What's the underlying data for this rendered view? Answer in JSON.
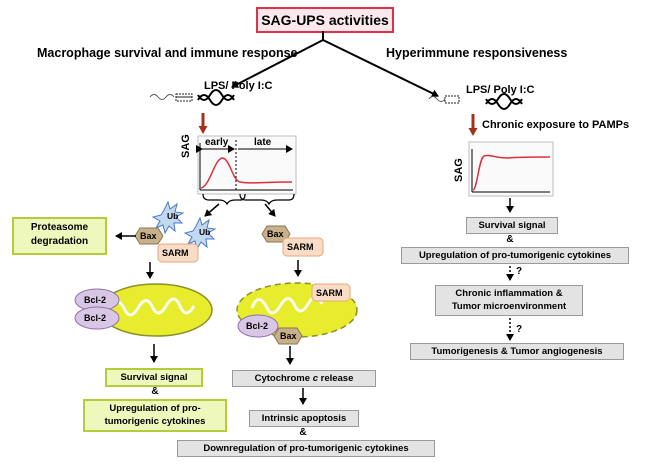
{
  "title": "SAG-UPS activities",
  "left_heading": "Macrophage survival and immune response",
  "right_heading": "Hyperimmune responsiveness",
  "stimulus_label": "LPS/ Poly I:C",
  "chronic_label": "Chronic exposure to PAMPs",
  "plot": {
    "ylabel": "SAG",
    "early_label": "early",
    "late_label": "late"
  },
  "left_branch": {
    "proteasome_label": "Proteasome degradation",
    "ub_label": "Ub",
    "bax_label": "Bax",
    "sarm_label": "SARM",
    "bcl2_label": "Bcl-2",
    "survival_label": "Survival signal",
    "and_label": "&",
    "upregulation_label": "Upregulation of pro-tumorigenic cytokines"
  },
  "middle_branch": {
    "bax_label": "Bax",
    "sarm_label": "SARM",
    "bcl2_label": "Bcl-2",
    "cyto_prefix": "Cytochrome ",
    "cyto_italic": "c",
    "cyto_suffix": " release",
    "apoptosis_label": "Intrinsic apoptosis",
    "and_label": "&",
    "downregulation_label": "Downregulation of pro-tumorigenic cytokines"
  },
  "right_branch": {
    "survival_label": "Survival signal",
    "and_label": "&",
    "upregulation_label": "Upregulation of pro-tumorigenic cytokines",
    "question_mark": "?",
    "inflammation_line1": "Chronic inflammation &",
    "inflammation_line2": "Tumor microenvironment",
    "tumorigenesis_label": "Tumorigenesis & Tumor angiogenesis"
  },
  "colors": {
    "title_border": "#e0304a",
    "title_fill": "#fde8ec",
    "green_border": "#b4cc3a",
    "green_fill": "#eef7bc",
    "grey_fill": "#e3e3e3",
    "dark_red_arrow": "#a5301c",
    "plot_curve": "#d8323c",
    "bax_fill": "#c8b08a",
    "sarm_fill": "#f9dcc6",
    "bcl2_fill": "#d8c7e4",
    "mito_fill": "#e7ec2c",
    "ub_fill": "#c4d8f2"
  }
}
